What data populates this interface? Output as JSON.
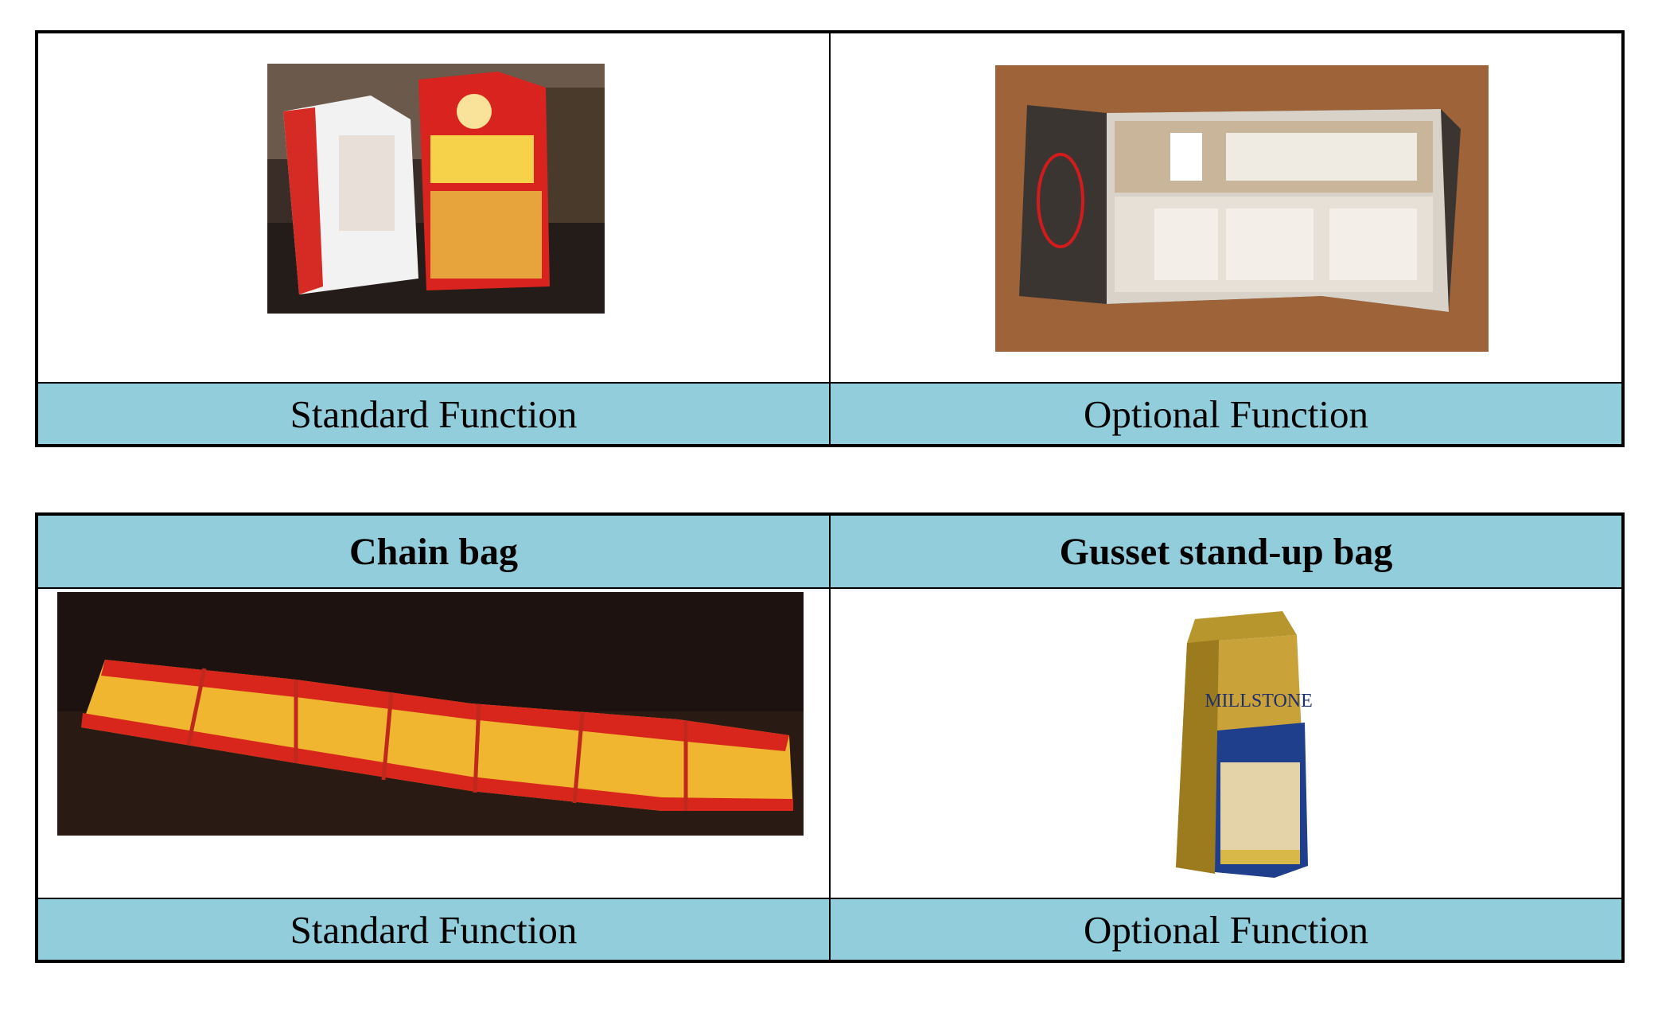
{
  "table1": {
    "left": {
      "image": {
        "icon": "snack-bags-photo"
      },
      "caption": "Standard Function"
    },
    "right": {
      "image": {
        "icon": "easy-tear-notch-pouch-photo"
      },
      "caption": "Optional Function"
    }
  },
  "table2": {
    "left": {
      "header": "Chain bag",
      "image": {
        "icon": "chain-bag-strip-photo"
      },
      "caption": "Standard Function"
    },
    "right": {
      "header": "Gusset stand-up bag",
      "image": {
        "icon": "gusset-coffee-bag-photo",
        "brand_text": "MILLSTONE"
      },
      "caption": "Optional Function"
    }
  },
  "colors": {
    "header_fill": "#92cddc",
    "border": "#000000"
  }
}
